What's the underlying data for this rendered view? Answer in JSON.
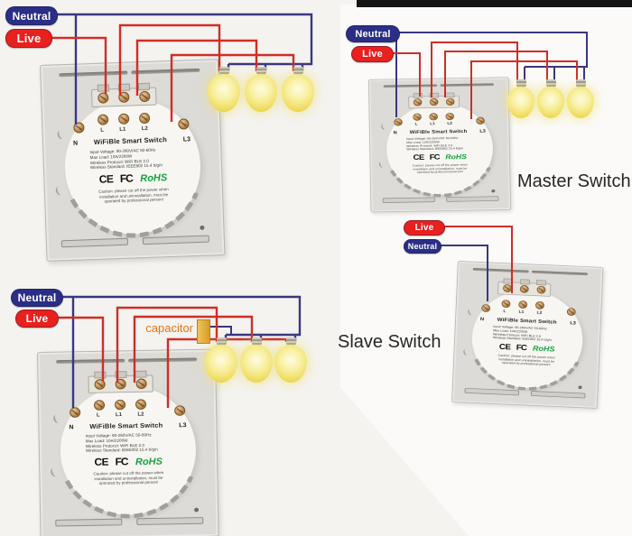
{
  "colors": {
    "wire_live": "#cf2e27",
    "wire_neutral": "#3a3780",
    "label_live_bg": "#e8201e",
    "label_neutral_bg": "#2b2e85",
    "capacitor_body": "#e5b33c",
    "capacitor_text": "#e2761c",
    "rohs_green": "#13a23c",
    "panel_bg": "#dcdbd7",
    "module_bg": "#f7f6f2",
    "photo_bg": "#fbfaf8",
    "topbar": "#141414"
  },
  "labels": {
    "neutral": "Neutral",
    "live": "Live",
    "capacitor": "capacitor",
    "master_switch": "Master Switch",
    "slave_switch": "Slave Switch"
  },
  "switch_module": {
    "n_terminal": "N",
    "l3_terminal": "L3",
    "title": "WiFiBle Smart Switch",
    "terminals": [
      "L",
      "L1",
      "L2"
    ],
    "specs": [
      "Input Voltage: 90-260V/AC 50-60Hz",
      "Max Load: 10A/2200W",
      "Wireless Protocol: WiFi BLE 2.0",
      "Wireless Standard: IEEE802 15.4 b/g/n"
    ],
    "certs": {
      "ce": "CE",
      "fcc": "FC",
      "rohs": "RoHS"
    },
    "caution": "Caution: please cut off the power when installation and uninstallation, must be operated by professional person!"
  }
}
